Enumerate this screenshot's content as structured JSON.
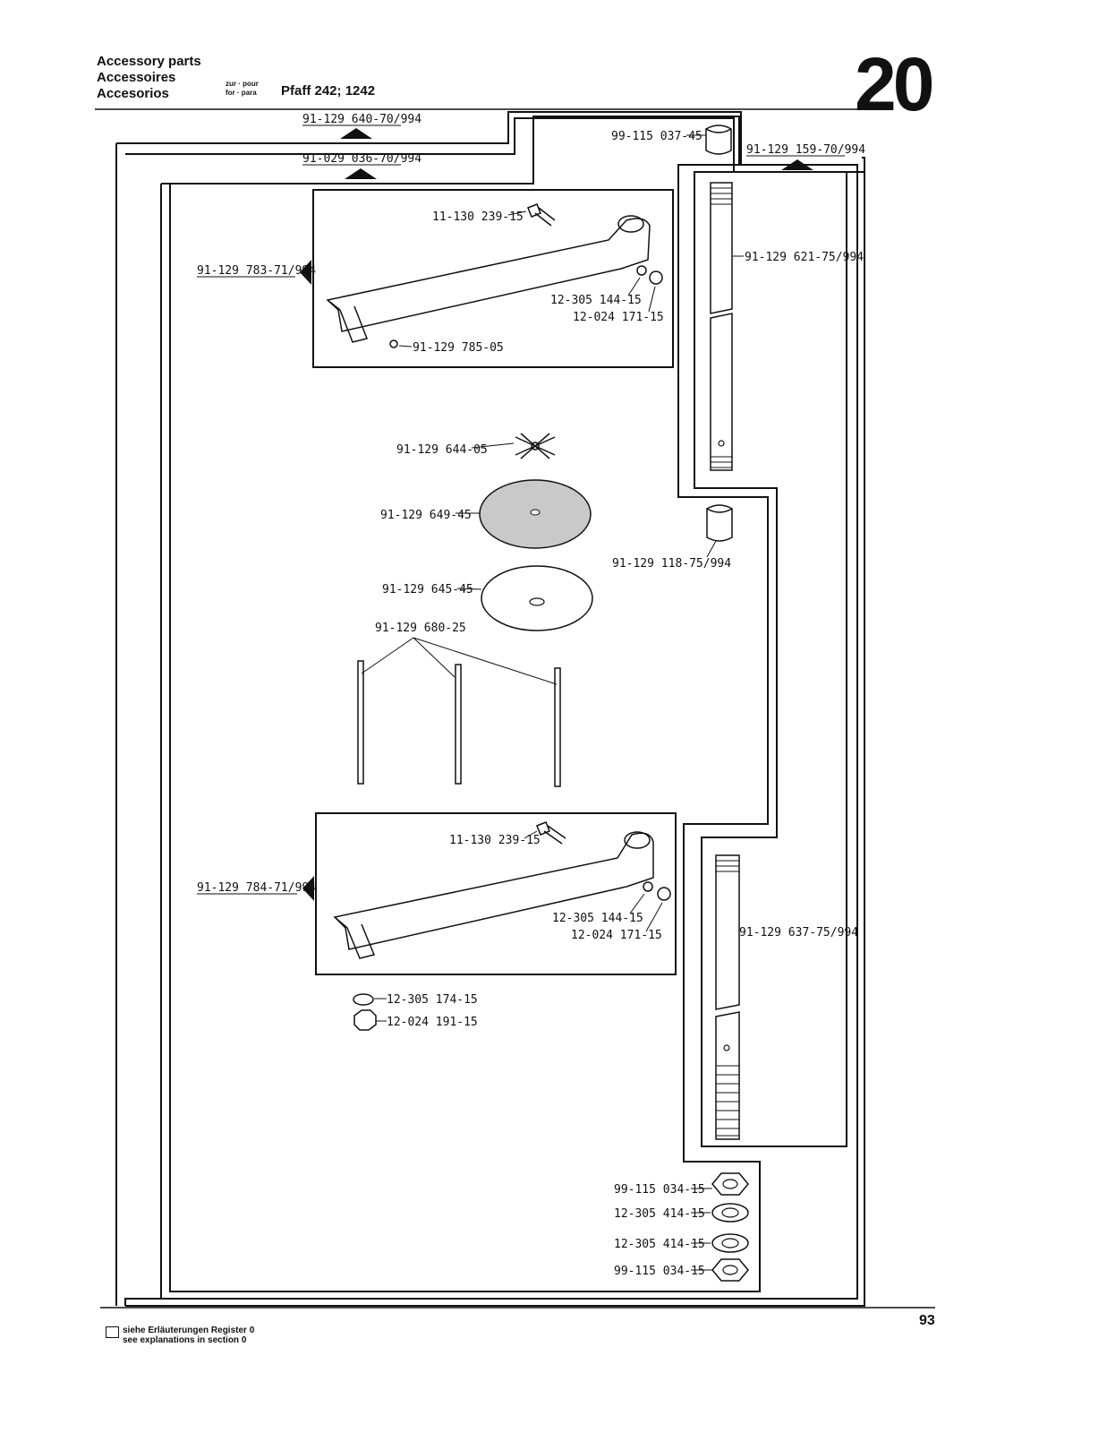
{
  "header": {
    "title_en": "Accessory parts",
    "title_fr": "Accessoires",
    "title_es": "Accesorios",
    "for_line1": "zur · pour",
    "for_line2": "for · para",
    "model": "Pfaff 242; 1242"
  },
  "section_number": "20",
  "page_number": "93",
  "footer": {
    "line_de": "siehe Erläuterungen Register 0",
    "line_en": "see explanations in section 0"
  },
  "parts": {
    "p1": "91-129 640-70/994",
    "p2": "91-029 036-70/994",
    "p3": "99-115 037-45",
    "p4": "91-129 159-70/994",
    "p5": "11-130 239-15",
    "p6": "91-129 783-71/994",
    "p7": "12-305 144-15",
    "p8": "12-024 171-15",
    "p9": "91-129 785-05",
    "p10": "91-129 621-75/994",
    "p11": "91-129 644-05",
    "p12": "91-129 649-45",
    "p13": "91-129 118-75/994",
    "p14": "91-129 645-45",
    "p15": "91-129 680-25",
    "p16": "11-130 239-15",
    "p17": "91-129 784-71/994",
    "p18": "12-305 144-15",
    "p19": "12-024 171-15",
    "p20": "91-129 637-75/994",
    "p21": "12-305 174-15",
    "p22": "12-024 191-15",
    "p23": "99-115 034-15",
    "p24": "12-305 414-15",
    "p25": "12-305 414-15",
    "p26": "99-115 034-15"
  }
}
